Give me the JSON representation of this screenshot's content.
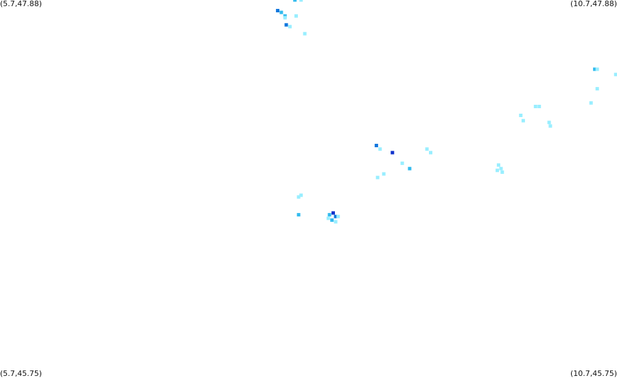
{
  "map": {
    "corners": {
      "top_left": "(5.7,47.88)",
      "top_right": "(10.7,47.88)",
      "bottom_left": "(5.7,45.75)",
      "bottom_right": "(10.7,45.75)"
    },
    "bounds": {
      "lon_min": 5.7,
      "lon_max": 10.7,
      "lat_min": 45.75,
      "lat_max": 47.88
    },
    "intensity_colors": {
      "low": "#99eeff",
      "mid": "#33bbee",
      "high": "#1177dd",
      "peak": "#1133cc"
    },
    "cells": [
      {
        "lon": 8.09,
        "lat": 47.88,
        "level": "mid"
      },
      {
        "lon": 8.14,
        "lat": 47.88,
        "level": "low"
      },
      {
        "lon": 7.95,
        "lat": 47.82,
        "level": "high"
      },
      {
        "lon": 7.98,
        "lat": 47.81,
        "level": "mid"
      },
      {
        "lon": 8.01,
        "lat": 47.79,
        "level": "mid"
      },
      {
        "lon": 8.01,
        "lat": 47.78,
        "level": "low"
      },
      {
        "lon": 8.1,
        "lat": 47.79,
        "level": "low"
      },
      {
        "lon": 8.02,
        "lat": 47.74,
        "level": "high"
      },
      {
        "lon": 8.05,
        "lat": 47.73,
        "level": "low"
      },
      {
        "lon": 8.17,
        "lat": 47.69,
        "level": "low"
      },
      {
        "lon": 10.52,
        "lat": 47.49,
        "level": "mid"
      },
      {
        "lon": 10.54,
        "lat": 47.49,
        "level": "low"
      },
      {
        "lon": 10.69,
        "lat": 47.46,
        "level": "low"
      },
      {
        "lon": 10.54,
        "lat": 47.38,
        "level": "low"
      },
      {
        "lon": 10.49,
        "lat": 47.3,
        "level": "low"
      },
      {
        "lon": 10.04,
        "lat": 47.28,
        "level": "low"
      },
      {
        "lon": 10.07,
        "lat": 47.28,
        "level": "low"
      },
      {
        "lon": 9.92,
        "lat": 47.23,
        "level": "low"
      },
      {
        "lon": 9.94,
        "lat": 47.2,
        "level": "low"
      },
      {
        "lon": 10.15,
        "lat": 47.19,
        "level": "low"
      },
      {
        "lon": 10.16,
        "lat": 47.17,
        "level": "low"
      },
      {
        "lon": 8.75,
        "lat": 47.06,
        "level": "high"
      },
      {
        "lon": 8.78,
        "lat": 47.04,
        "level": "low"
      },
      {
        "lon": 8.88,
        "lat": 47.02,
        "level": "peak"
      },
      {
        "lon": 9.16,
        "lat": 47.04,
        "level": "low"
      },
      {
        "lon": 9.19,
        "lat": 47.02,
        "level": "low"
      },
      {
        "lon": 8.96,
        "lat": 46.96,
        "level": "low"
      },
      {
        "lon": 9.02,
        "lat": 46.93,
        "level": "mid"
      },
      {
        "lon": 8.81,
        "lat": 46.9,
        "level": "low"
      },
      {
        "lon": 8.76,
        "lat": 46.88,
        "level": "low"
      },
      {
        "lon": 9.74,
        "lat": 46.95,
        "level": "low"
      },
      {
        "lon": 9.76,
        "lat": 46.93,
        "level": "low"
      },
      {
        "lon": 9.73,
        "lat": 46.92,
        "level": "low"
      },
      {
        "lon": 9.77,
        "lat": 46.91,
        "level": "low"
      },
      {
        "lon": 8.14,
        "lat": 46.78,
        "level": "low"
      },
      {
        "lon": 8.12,
        "lat": 46.77,
        "level": "low"
      },
      {
        "lon": 8.12,
        "lat": 46.67,
        "level": "mid"
      },
      {
        "lon": 8.4,
        "lat": 46.68,
        "level": "peak"
      },
      {
        "lon": 8.42,
        "lat": 46.66,
        "level": "high"
      },
      {
        "lon": 8.37,
        "lat": 46.67,
        "level": "mid"
      },
      {
        "lon": 8.39,
        "lat": 46.64,
        "level": "mid"
      },
      {
        "lon": 8.44,
        "lat": 46.66,
        "level": "low"
      },
      {
        "lon": 8.42,
        "lat": 46.63,
        "level": "low"
      },
      {
        "lon": 8.36,
        "lat": 46.65,
        "level": "low"
      }
    ]
  }
}
